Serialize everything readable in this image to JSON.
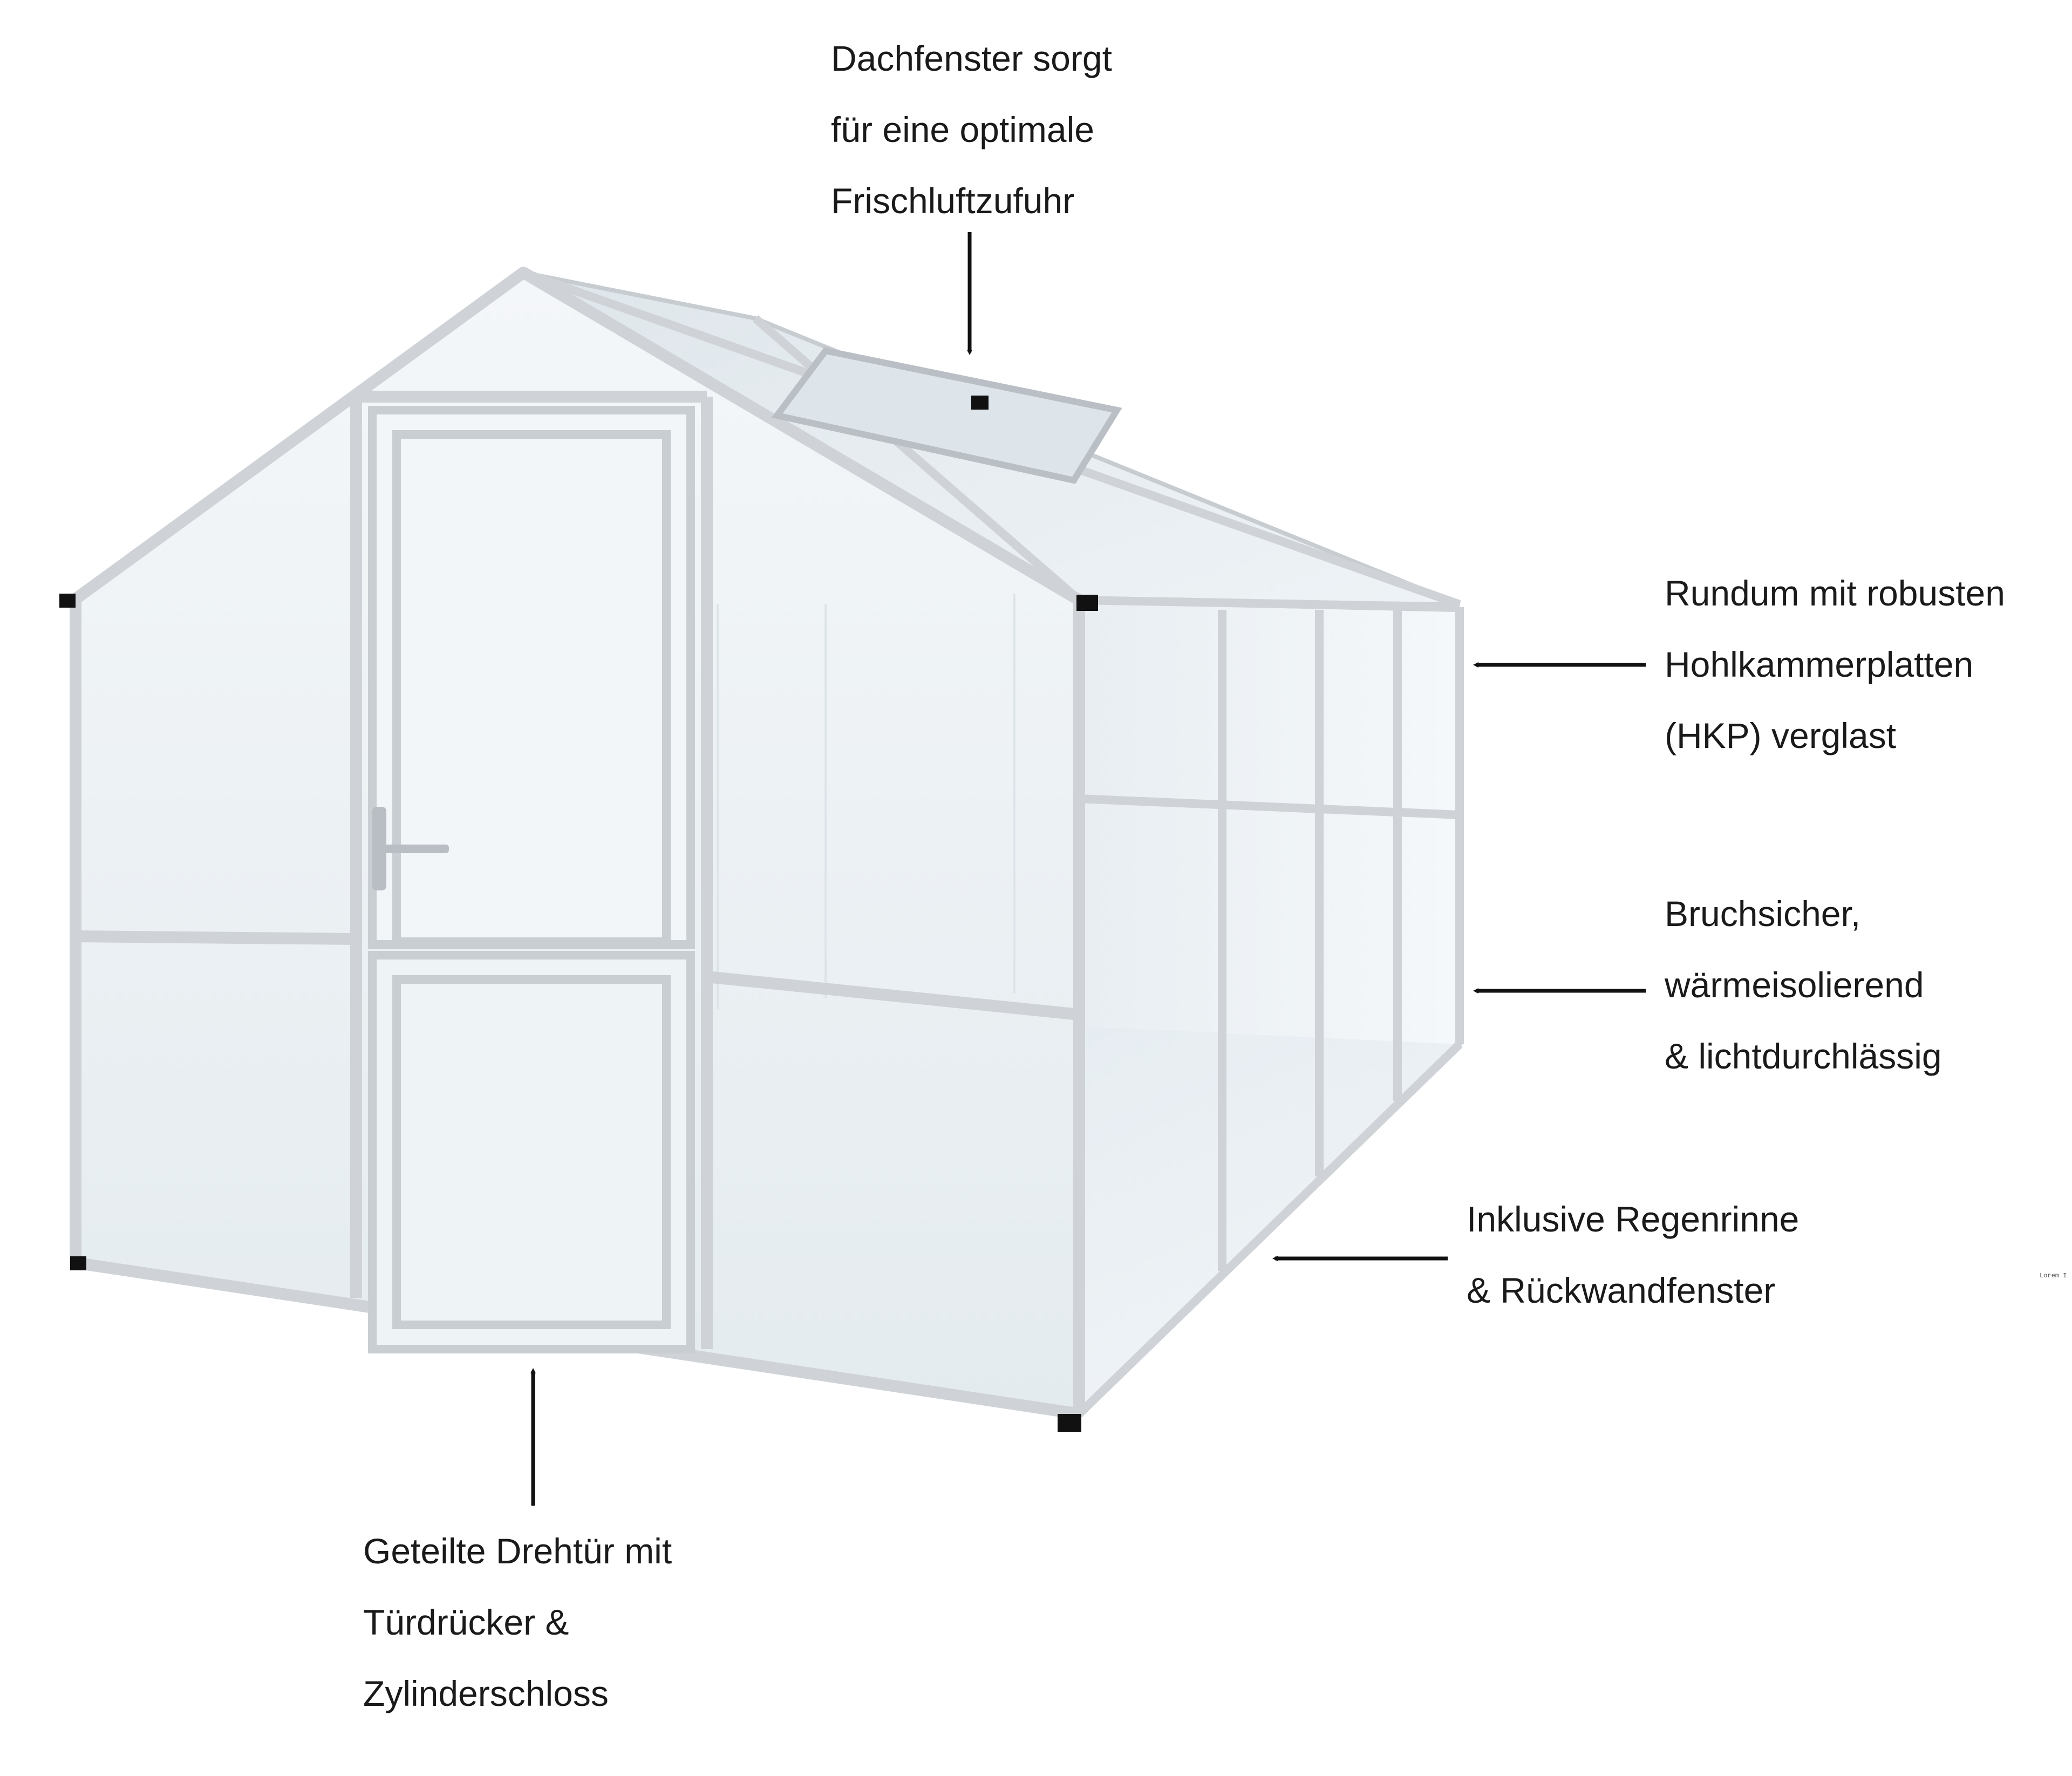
{
  "callouts": {
    "roof_window": [
      "Dachfenster sorgt",
      "für eine optimale",
      "Frischluftzufuhr"
    ],
    "panels": [
      "Rundum mit robusten",
      "Hohlkammerplatten",
      "(HKP) verglast"
    ],
    "properties": [
      "Bruchsicher,",
      "wärmeisolierend",
      "& lichtdurchlässig"
    ],
    "gutter": [
      "Inklusive Regenrinne",
      "& Rückwandfenster"
    ],
    "door": [
      "Geteilte Drehtür mit",
      "Türdrücker &",
      "Zylinderschloss"
    ]
  },
  "watermark": "Lorem I",
  "colors": {
    "frame": "#d4d7da",
    "frame_edge": "#b3b8bd",
    "glazing": "#eef3f6",
    "text": "#1a1a1a",
    "arrow": "#111111"
  },
  "icons": [
    "greenhouse-illustration",
    "arrow-icon"
  ]
}
